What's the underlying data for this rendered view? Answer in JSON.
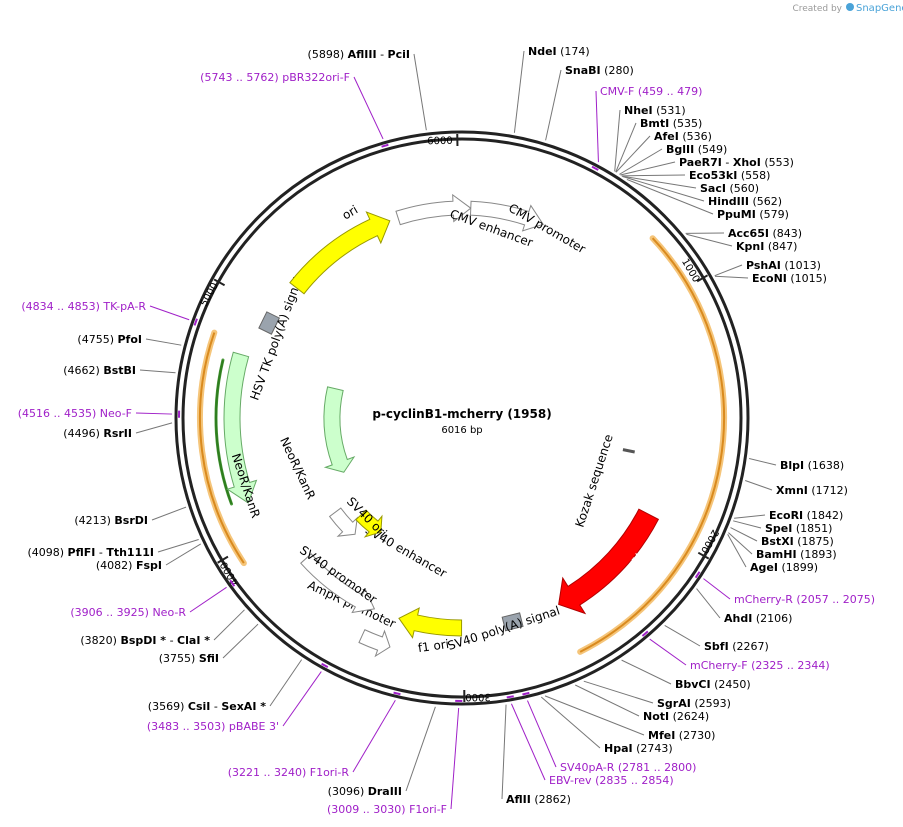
{
  "plasmid": {
    "name": "p-cyclinB1-mcherry (1958)",
    "size_label": "6016 bp",
    "length": 6016
  },
  "credit": {
    "prefix": "Created by",
    "brand": "SnapGene"
  },
  "ticks": [
    "1000",
    "2000",
    "3000",
    "4000",
    "5000",
    "6000"
  ],
  "features": [
    {
      "name": "CMV enhancer",
      "color": "#ffffff",
      "stroke": "#888888"
    },
    {
      "name": "CMV promoter",
      "color": "#ffffff",
      "stroke": "#888888"
    },
    {
      "name": "mCherry",
      "color": "#ff0000",
      "stroke": "#b00000"
    },
    {
      "name": "Kozak sequence",
      "color": "#ffffff",
      "stroke": "#888888"
    },
    {
      "name": "SV40 poly(A) signal",
      "color": "#9aa3ad",
      "stroke": "#666666"
    },
    {
      "name": "f1 ori",
      "color": "#ffff00",
      "stroke": "#999900"
    },
    {
      "name": "AmpR promoter",
      "color": "#ffffff",
      "stroke": "#888888"
    },
    {
      "name": "SV40 promoter",
      "color": "#ffffff",
      "stroke": "#888888"
    },
    {
      "name": "SV40 enhancer",
      "color": "#ffffff",
      "stroke": "#888888"
    },
    {
      "name": "SV40 ori",
      "color": "#ffff00",
      "stroke": "#999900"
    },
    {
      "name": "NeoR/KanR",
      "color": "#ccffcc",
      "stroke": "#66aa66"
    },
    {
      "name": "NeoR/KanR",
      "color": "#ccffcc",
      "stroke": "#66aa66"
    },
    {
      "name": "HSV TK poly(A) signal",
      "color": "#9aa3ad",
      "stroke": "#666666"
    },
    {
      "name": "ori",
      "color": "#ffff00",
      "stroke": "#999900"
    }
  ],
  "sites": [
    {
      "kind": "enzyme",
      "name": "NdeI",
      "pos": "(174)"
    },
    {
      "kind": "enzyme",
      "name": "SnaBI",
      "pos": "(280)"
    },
    {
      "kind": "primer",
      "name": "CMV-F",
      "pos": "(459 .. 479)"
    },
    {
      "kind": "enzyme",
      "name": "NheI",
      "pos": "(531)"
    },
    {
      "kind": "enzyme",
      "name": "BmtI",
      "pos": "(535)"
    },
    {
      "kind": "enzyme",
      "name": "AfeI",
      "pos": "(536)"
    },
    {
      "kind": "enzyme",
      "name": "BglII",
      "pos": "(549)"
    },
    {
      "kind": "enzyme",
      "name": "PaeR7I",
      "extra": "XhoI",
      "pos": "(553)"
    },
    {
      "kind": "enzyme",
      "name": "Eco53kI",
      "pos": "(558)"
    },
    {
      "kind": "enzyme",
      "name": "SacI",
      "pos": "(560)"
    },
    {
      "kind": "enzyme",
      "name": "HindIII",
      "pos": "(562)"
    },
    {
      "kind": "enzyme",
      "name": "PpuMI",
      "pos": "(579)"
    },
    {
      "kind": "enzyme",
      "name": "Acc65I",
      "pos": "(843)"
    },
    {
      "kind": "enzyme",
      "name": "KpnI",
      "pos": "(847)"
    },
    {
      "kind": "enzyme",
      "name": "PshAI",
      "pos": "(1013)"
    },
    {
      "kind": "enzyme",
      "name": "EcoNI",
      "pos": "(1015)"
    },
    {
      "kind": "enzyme",
      "name": "BlpI",
      "pos": "(1638)"
    },
    {
      "kind": "enzyme",
      "name": "XmnI",
      "pos": "(1712)"
    },
    {
      "kind": "enzyme",
      "name": "EcoRI",
      "pos": "(1842)"
    },
    {
      "kind": "enzyme",
      "name": "SpeI",
      "pos": "(1851)"
    },
    {
      "kind": "enzyme",
      "name": "BstXI",
      "pos": "(1875)"
    },
    {
      "kind": "enzyme",
      "name": "BamHI",
      "pos": "(1893)"
    },
    {
      "kind": "enzyme",
      "name": "AgeI",
      "pos": "(1899)"
    },
    {
      "kind": "primer",
      "name": "mCherry-R",
      "pos": "(2057 .. 2075)"
    },
    {
      "kind": "enzyme",
      "name": "AhdI",
      "pos": "(2106)"
    },
    {
      "kind": "enzyme",
      "name": "SbfI",
      "pos": "(2267)"
    },
    {
      "kind": "primer",
      "name": "mCherry-F",
      "pos": "(2325 .. 2344)"
    },
    {
      "kind": "enzyme",
      "name": "BbvCI",
      "pos": "(2450)"
    },
    {
      "kind": "enzyme",
      "name": "SgrAI",
      "pos": "(2593)"
    },
    {
      "kind": "enzyme",
      "name": "NotI",
      "pos": "(2624)"
    },
    {
      "kind": "enzyme",
      "name": "MfeI",
      "pos": "(2730)"
    },
    {
      "kind": "enzyme",
      "name": "HpaI",
      "pos": "(2743)"
    },
    {
      "kind": "primer",
      "name": "SV40pA-R",
      "pos": "(2781 .. 2800)"
    },
    {
      "kind": "primer",
      "name": "EBV-rev",
      "pos": "(2835 .. 2854)"
    },
    {
      "kind": "enzyme",
      "name": "AflII",
      "pos": "(2862)"
    },
    {
      "kind": "primer",
      "name": "F1ori-F",
      "pos": "(3009 .. 3030)"
    },
    {
      "kind": "enzyme",
      "name": "DraIII",
      "pos": "(3096)"
    },
    {
      "kind": "primer",
      "name": "F1ori-R",
      "pos": "(3221 .. 3240)"
    },
    {
      "kind": "primer",
      "name": "pBABE 3'",
      "pos": "(3483 .. 3503)"
    },
    {
      "kind": "enzyme",
      "name": "CsiI",
      "extra": "SexAI *",
      "pos": "(3569)"
    },
    {
      "kind": "enzyme",
      "name": "SfiI",
      "pos": "(3755)"
    },
    {
      "kind": "enzyme",
      "name": "BspDI *",
      "extra": "ClaI *",
      "pos": "(3820)"
    },
    {
      "kind": "primer",
      "name": "Neo-R",
      "pos": "(3906 .. 3925)"
    },
    {
      "kind": "enzyme",
      "name": "FspI",
      "pos": "(4082)"
    },
    {
      "kind": "enzyme",
      "name": "PflFI",
      "extra": "Tth111I",
      "pos": "(4098)"
    },
    {
      "kind": "enzyme",
      "name": "BsrDI",
      "pos": "(4213)"
    },
    {
      "kind": "enzyme",
      "name": "RsrII",
      "pos": "(4496)"
    },
    {
      "kind": "primer",
      "name": "Neo-F",
      "pos": "(4516 .. 4535)"
    },
    {
      "kind": "enzyme",
      "name": "BstBI",
      "pos": "(4662)"
    },
    {
      "kind": "enzyme",
      "name": "PfoI",
      "pos": "(4755)"
    },
    {
      "kind": "primer",
      "name": "TK-pA-R",
      "pos": "(4834 .. 4853)"
    },
    {
      "kind": "primer",
      "name": "pBR322ori-F",
      "pos": "(5743 .. 5762)"
    },
    {
      "kind": "enzyme",
      "name": "AflIII",
      "extra": "PciI",
      "pos": "(5898)"
    }
  ]
}
